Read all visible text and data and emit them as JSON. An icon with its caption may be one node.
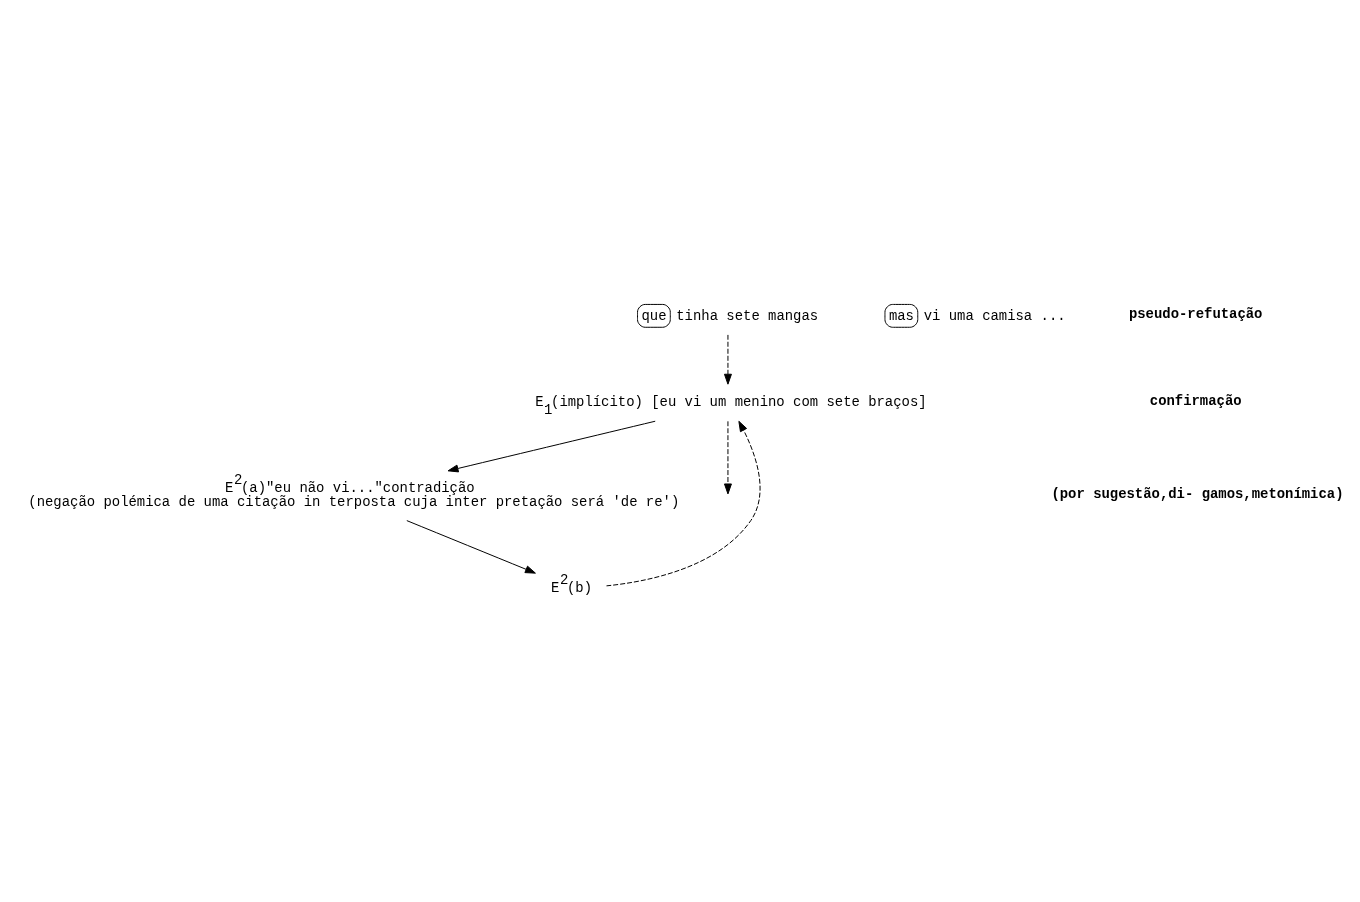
{
  "diagram": {
    "nodes": [
      {
        "text": [
          "E$_{1}$(implícito) [eu vi um menino com sete braços]"
        ]
      },
      {
        "text": [
          "E$^{2}$(a)\"eu não vi...\"contradição",
          "(negação polémica de uma citação in terposta cuja inter pretação será 'de re')"
        ]
      },
      {
        "text": [
          "E$^{2}$(b)"
        ]
      },
      {
        "text": [
          "mas"
        ],
        "beside": [
          "vi uma camisa ..."
        ]
      },
      {
        "text": [
          "que"
        ],
        "beside": [
          "tinha sete mangas"
        ]
      }
    ],
    "edges": [
      {
        "from": 0,
        "to": 1,
        "arrow": "to"
      },
      {
        "from": 1,
        "to": 2,
        "arrow": "to"
      },
      {
        "from": 2,
        "to": 0,
        "arrow": "to",
        "style": "dashed"
      },
      {
        "from": 4,
        "to": 0,
        "arrow": "to",
        "style": "dashed"
      },
      {
        "from": 0,
        "to": null,
        "arrow": "to",
        "style": "dashed"
      }
    ],
    "labels": [
      "pseudo-refutação",
      "confirmação",
      "(por sugestão,di- gamos,metonímica)"
    ]
  }
}
